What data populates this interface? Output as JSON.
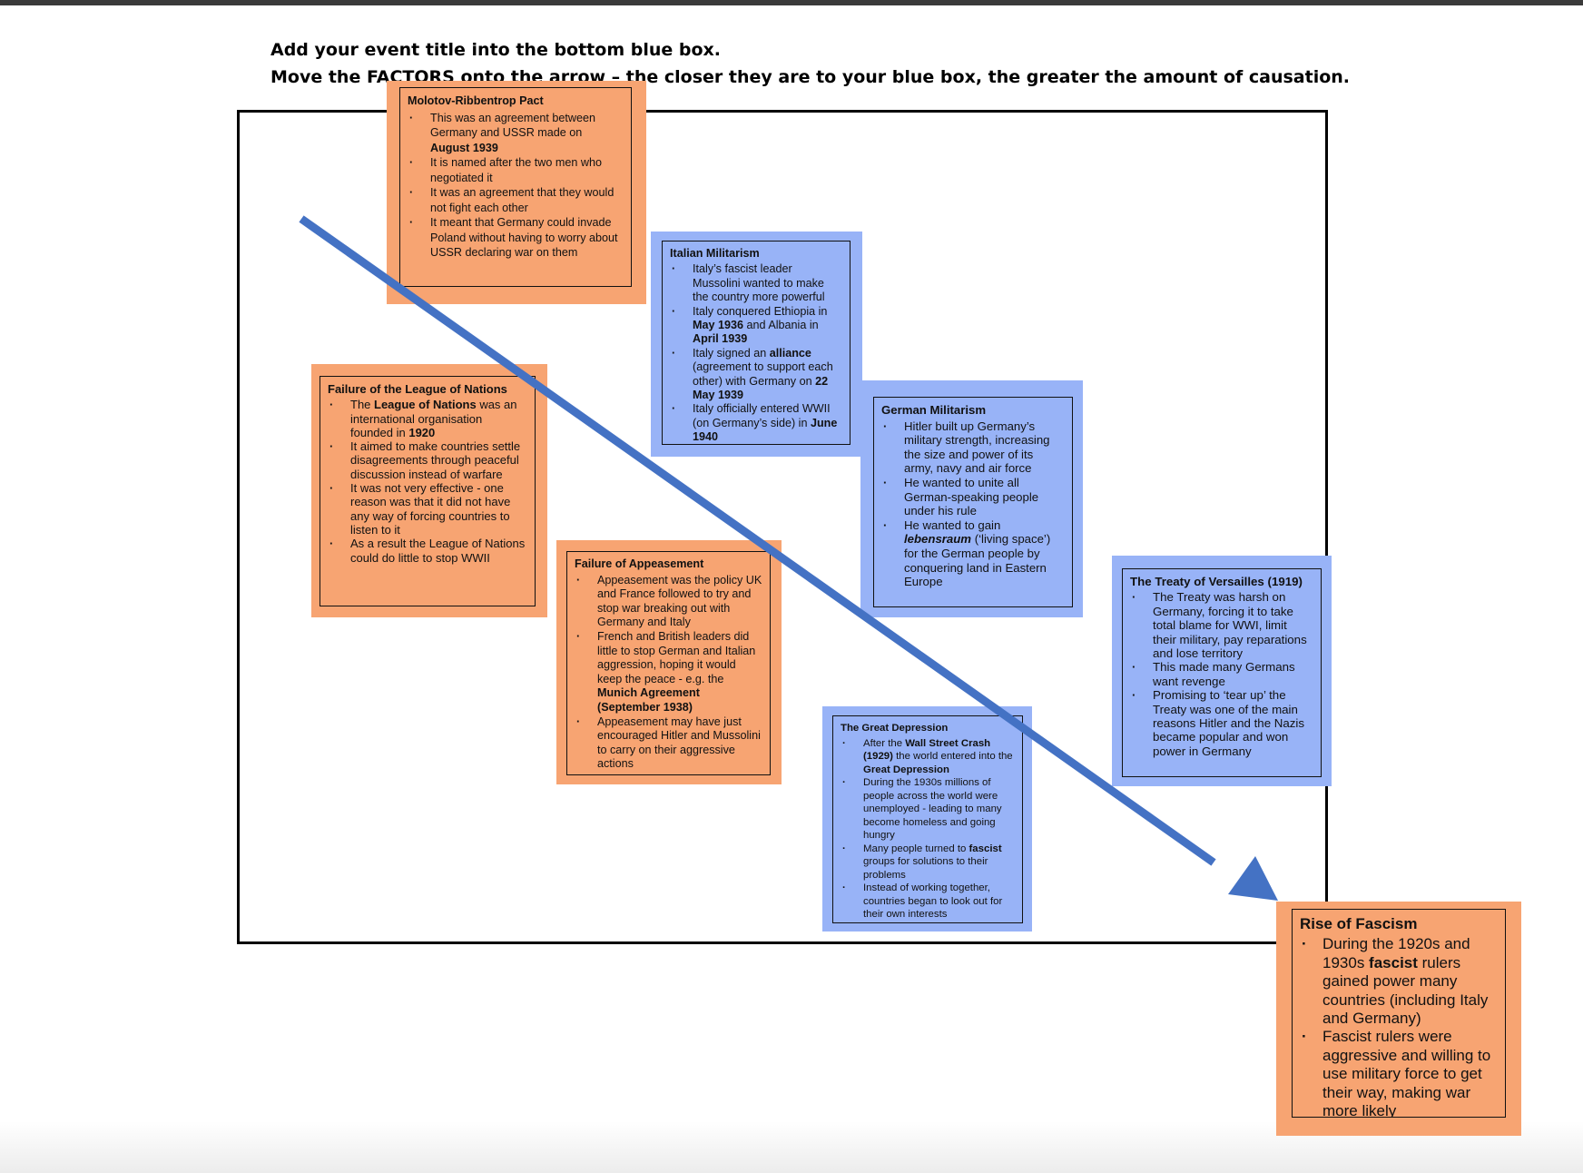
{
  "instructions": {
    "line1": "Add your event title into the bottom blue box.",
    "line2": "Move the FACTORS onto the arrow – the closer they are to your blue box, the greater the amount of causation."
  },
  "colors": {
    "orange_card": "#f7a472",
    "blue_card": "#98b3f7",
    "arrow": "#4472c4"
  },
  "cards": {
    "molotov": {
      "title": "Molotov-Ribbentrop Pact",
      "b1": [
        {
          "t": "This was an agreement between Germany and USSR made on "
        },
        {
          "t": "August 1939",
          "b": true
        }
      ],
      "b2": [
        {
          "t": "It is named after the two men who negotiated it"
        }
      ],
      "b3": [
        {
          "t": "It was an agreement that they would not fight each other"
        }
      ],
      "b4": [
        {
          "t": "It meant that Germany could invade Poland without having to worry about USSR declaring war on them"
        }
      ]
    },
    "italian": {
      "title": "Italian Militarism",
      "b1": [
        {
          "t": "Italy’s fascist leader Mussolini wanted to make the country more powerful"
        }
      ],
      "b2": [
        {
          "t": "Italy conquered Ethiopia in "
        },
        {
          "t": "May 1936",
          "b": true
        },
        {
          "t": " and Albania in "
        },
        {
          "t": "April 1939",
          "b": true
        }
      ],
      "b3": [
        {
          "t": "Italy signed an "
        },
        {
          "t": "alliance",
          "b": true
        },
        {
          "t": " (agreement to support each other) with Germany on "
        },
        {
          "t": "22 May 1939",
          "b": true
        }
      ],
      "b4": [
        {
          "t": "Italy officially entered WWII (on Germany’s side) in "
        },
        {
          "t": "June 1940",
          "b": true
        }
      ]
    },
    "league": {
      "title": "Failure of the League of Nations",
      "b1": [
        {
          "t": "The "
        },
        {
          "t": "League of Nations",
          "b": true
        },
        {
          "t": " was an international organisation founded in "
        },
        {
          "t": "1920",
          "b": true
        }
      ],
      "b2": [
        {
          "t": "It aimed to make countries settle disagreements through peaceful discussion instead of warfare"
        }
      ],
      "b3": [
        {
          "t": "It was not very effective - one reason was that it did not have any way of forcing countries to listen to it"
        }
      ],
      "b4": [
        {
          "t": "As a result the League of Nations could do little to stop WWII"
        }
      ]
    },
    "german": {
      "title": "German Militarism",
      "b1": [
        {
          "t": "Hitler built up Germany’s military strength, increasing the size and power of its army, navy and air force"
        }
      ],
      "b2": [
        {
          "t": "He wanted to unite all German-speaking people under his rule"
        }
      ],
      "b3": [
        {
          "t": "He wanted to gain "
        },
        {
          "t": "lebensraum",
          "b": true,
          "i": true
        },
        {
          "t": " (‘living space’) for the German people by conquering land in Eastern Europe"
        }
      ]
    },
    "appeasement": {
      "title": "Failure of Appeasement",
      "b1": [
        {
          "t": "Appeasement was the policy UK and France followed to try and stop war breaking out with Germany and Italy"
        }
      ],
      "b2": [
        {
          "t": "French and British leaders did little to stop German and Italian aggression, hoping it would keep the peace - e.g. the "
        },
        {
          "t": "Munich Agreement (September 1938)",
          "b": true
        }
      ],
      "b3": [
        {
          "t": "Appeasement may have just encouraged Hitler and Mussolini to carry on their aggressive actions"
        }
      ]
    },
    "versailles": {
      "title": "The Treaty of Versailles (1919)",
      "b1": [
        {
          "t": "The Treaty was harsh on Germany, forcing it to take total blame for WWI, limit their military, pay reparations and lose territory"
        }
      ],
      "b2": [
        {
          "t": "This made many Germans want revenge"
        }
      ],
      "b3": [
        {
          "t": "Promising to ‘tear up’ the Treaty was one of the main reasons Hitler and the Nazis became popular and won power in Germany"
        }
      ]
    },
    "depression": {
      "title": "The Great Depression",
      "b1": [
        {
          "t": "After the "
        },
        {
          "t": "Wall Street Crash (1929)",
          "b": true
        },
        {
          "t": " the world entered into the "
        },
        {
          "t": "Great Depression",
          "b": true
        }
      ],
      "b2": [
        {
          "t": "During the 1930s millions of people across the world were unemployed - leading to many become homeless and going hungry"
        }
      ],
      "b3": [
        {
          "t": "Many people turned to "
        },
        {
          "t": "fascist",
          "b": true
        },
        {
          "t": " groups for solutions to their problems"
        }
      ],
      "b4": [
        {
          "t": "Instead of working together, countries began to look out for their own interests"
        }
      ]
    },
    "fascism": {
      "title": "Rise of Fascism",
      "b1": [
        {
          "t": "During the 1920s and 1930s "
        },
        {
          "t": "fascist",
          "b": true
        },
        {
          "t": " rulers gained power many countries (including Italy and Germany)"
        }
      ],
      "b2": [
        {
          "t": "Fascist rulers were aggressive and willing to use military force to get their way, making war more likely"
        }
      ]
    }
  }
}
